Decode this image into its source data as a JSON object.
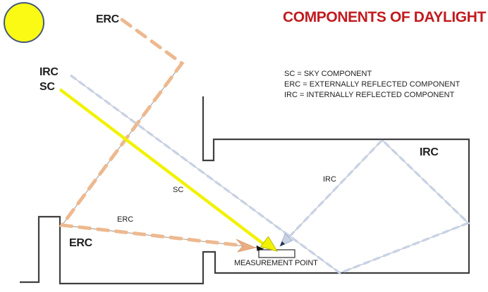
{
  "title": "COMPONENTS OF DAYLIGHT",
  "legend": {
    "line1": "SC = SKY COMPONENT",
    "line2": "ERC = EXTERNALLY REFLECTED COMPONENT",
    "line3": "IRC = INTERNALLY REFLECTED COMPONENT"
  },
  "labels": {
    "erc_top": "ERC",
    "irc_left": "IRC",
    "sc_left": "SC",
    "sc_path": "SC",
    "erc_path": "ERC",
    "erc_bottom": "ERC",
    "irc_path": "IRC",
    "irc_room": "IRC",
    "measurement_point": "MEASUREMENT POINT"
  },
  "colors": {
    "title_red": "#C11B1F",
    "sun_fill": "#FAFA14",
    "sun_outline": "#46587A",
    "sc_yellow": "#F2F200",
    "erc_orange": "#EDB990",
    "irc_blue": "#C9D2E5",
    "outline_gray": "#3F3F3F",
    "text_black": "#1E1E1E"
  }
}
